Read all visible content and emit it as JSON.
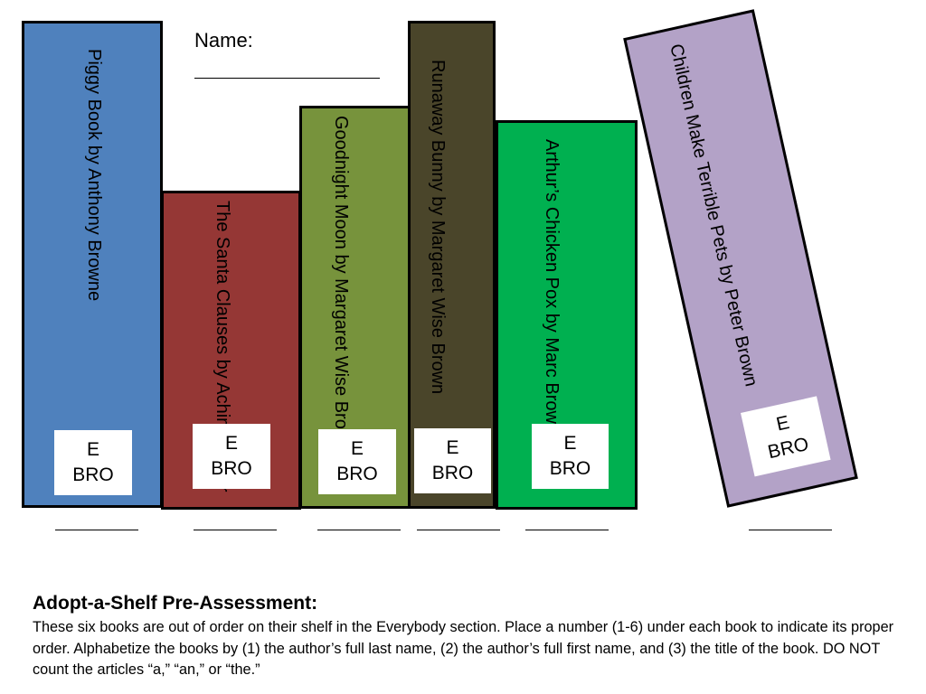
{
  "header": {
    "name_label": "Name:"
  },
  "books": [
    {
      "id": "piggy",
      "title_line1": "Piggy Book by Anthony Browne",
      "title_line2": "",
      "call_line1": "E",
      "call_line2": "BRO",
      "color": "#4f81bd"
    },
    {
      "id": "santa",
      "title_line1": "The Santa Clauses",
      "title_line2": "by Achim Broger",
      "call_line1": "E",
      "call_line2": "BRO",
      "color": "#953735"
    },
    {
      "id": "goodnight",
      "title_line1": "Goodnight Moon",
      "title_line2": "by Margaret Wise Brown",
      "call_line1": "E",
      "call_line2": "BRO",
      "color": "#77933c"
    },
    {
      "id": "runaway",
      "title_line1": "Runaway Bunny",
      "title_line2": "by Margaret Wise Brown",
      "call_line1": "E",
      "call_line2": "BRO",
      "color": "#4a452a"
    },
    {
      "id": "arthur",
      "title_line1": "Arthur’s Chicken Pox",
      "title_line2": "by Marc Brown",
      "call_line1": "E",
      "call_line2": "BRO",
      "color": "#00b050"
    },
    {
      "id": "children",
      "title_line1": "Children Make Terrible Pets",
      "title_line2": "by Peter Brown",
      "call_line1": "E",
      "call_line2": "BRO",
      "color": "#b3a2c7"
    }
  ],
  "instructions": {
    "heading": "Adopt-a-Shelf Pre-Assessment:",
    "body": "These six books are out of order on their shelf in the Everybody section.  Place a number (1-6) under each book to indicate its proper order. Alphabetize the books by (1) the author’s full last name, (2) the author’s full first name, and (3) the title of the book. DO NOT count the articles “a,” “an,” or “the.”"
  }
}
